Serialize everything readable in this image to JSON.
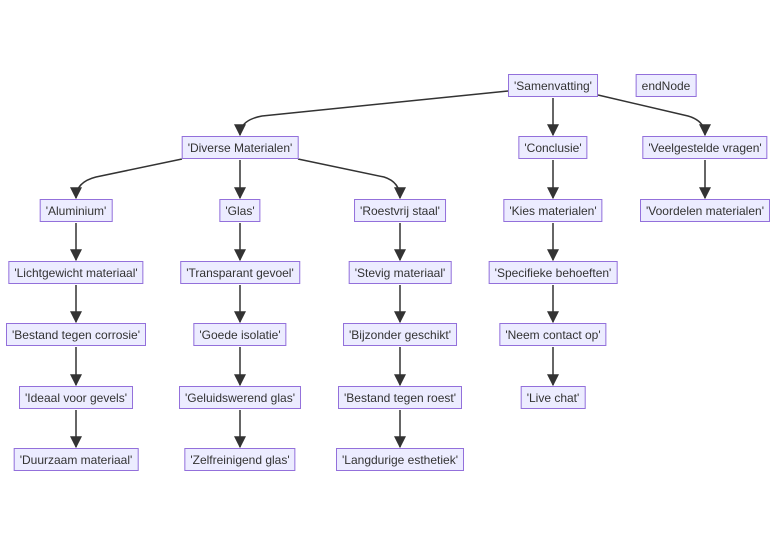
{
  "colors": {
    "node_fill": "#ECECFF",
    "node_stroke": "#9370DB",
    "edge": "#333333",
    "text": "#333333"
  },
  "nodes": {
    "samenvatting": "'Samenvatting'",
    "endnode": "endNode",
    "diverse": "'Diverse Materialen'",
    "conclusie": "'Conclusie'",
    "veelgestelde": "'Veelgestelde vragen'",
    "aluminium": "'Aluminium'",
    "glas": "'Glas'",
    "roestvrij": "'Roestvrij staal'",
    "kies": "'Kies materialen'",
    "voordelen": "'Voordelen materialen'",
    "lichtgewicht": "'Lichtgewicht materiaal'",
    "transparant": "'Transparant gevoel'",
    "stevig": "'Stevig materiaal'",
    "specifieke": "'Specifieke behoeften'",
    "corrosie": "'Bestand tegen corrosie'",
    "isolatie": "'Goede isolatie'",
    "bijzonder": "'Bijzonder geschikt'",
    "contact": "'Neem contact op'",
    "gevels": "'Ideaal voor gevels'",
    "geluid": "'Geluidswerend glas'",
    "roest": "'Bestand tegen roest'",
    "livechat": "'Live chat'",
    "duurzaam": "'Duurzaam materiaal'",
    "zelfreinigend": "'Zelfreinigend glas'",
    "langdurig": "'Langdurige esthetiek'"
  }
}
